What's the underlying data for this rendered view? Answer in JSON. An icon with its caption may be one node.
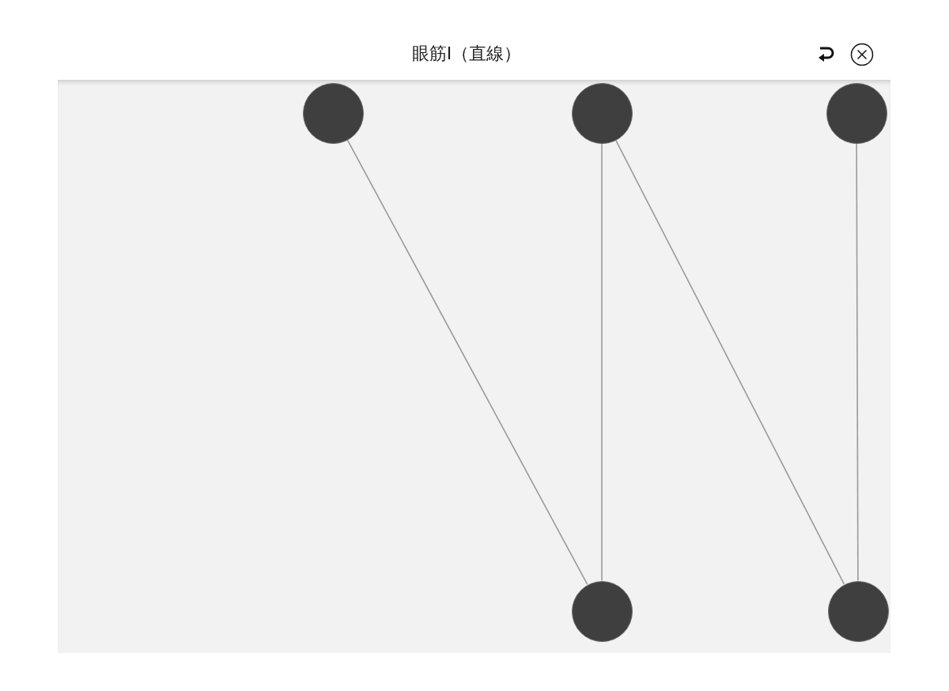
{
  "diagram": {
    "title": "眼筋I（直線）",
    "nodes": [
      {
        "text": [],
        "shape": "circle"
      },
      {
        "text": [],
        "shape": "circle"
      },
      {
        "text": [],
        "shape": "circle"
      },
      {
        "text": [],
        "shape": "circle"
      },
      {
        "text": [],
        "shape": "circle"
      }
    ],
    "edges": [
      {
        "from": 0,
        "to": 3,
        "arrow": "none"
      },
      {
        "from": 1,
        "to": 3,
        "arrow": "none"
      },
      {
        "from": 1,
        "to": 4,
        "arrow": "none"
      },
      {
        "from": 2,
        "to": 4,
        "arrow": "none"
      }
    ]
  }
}
